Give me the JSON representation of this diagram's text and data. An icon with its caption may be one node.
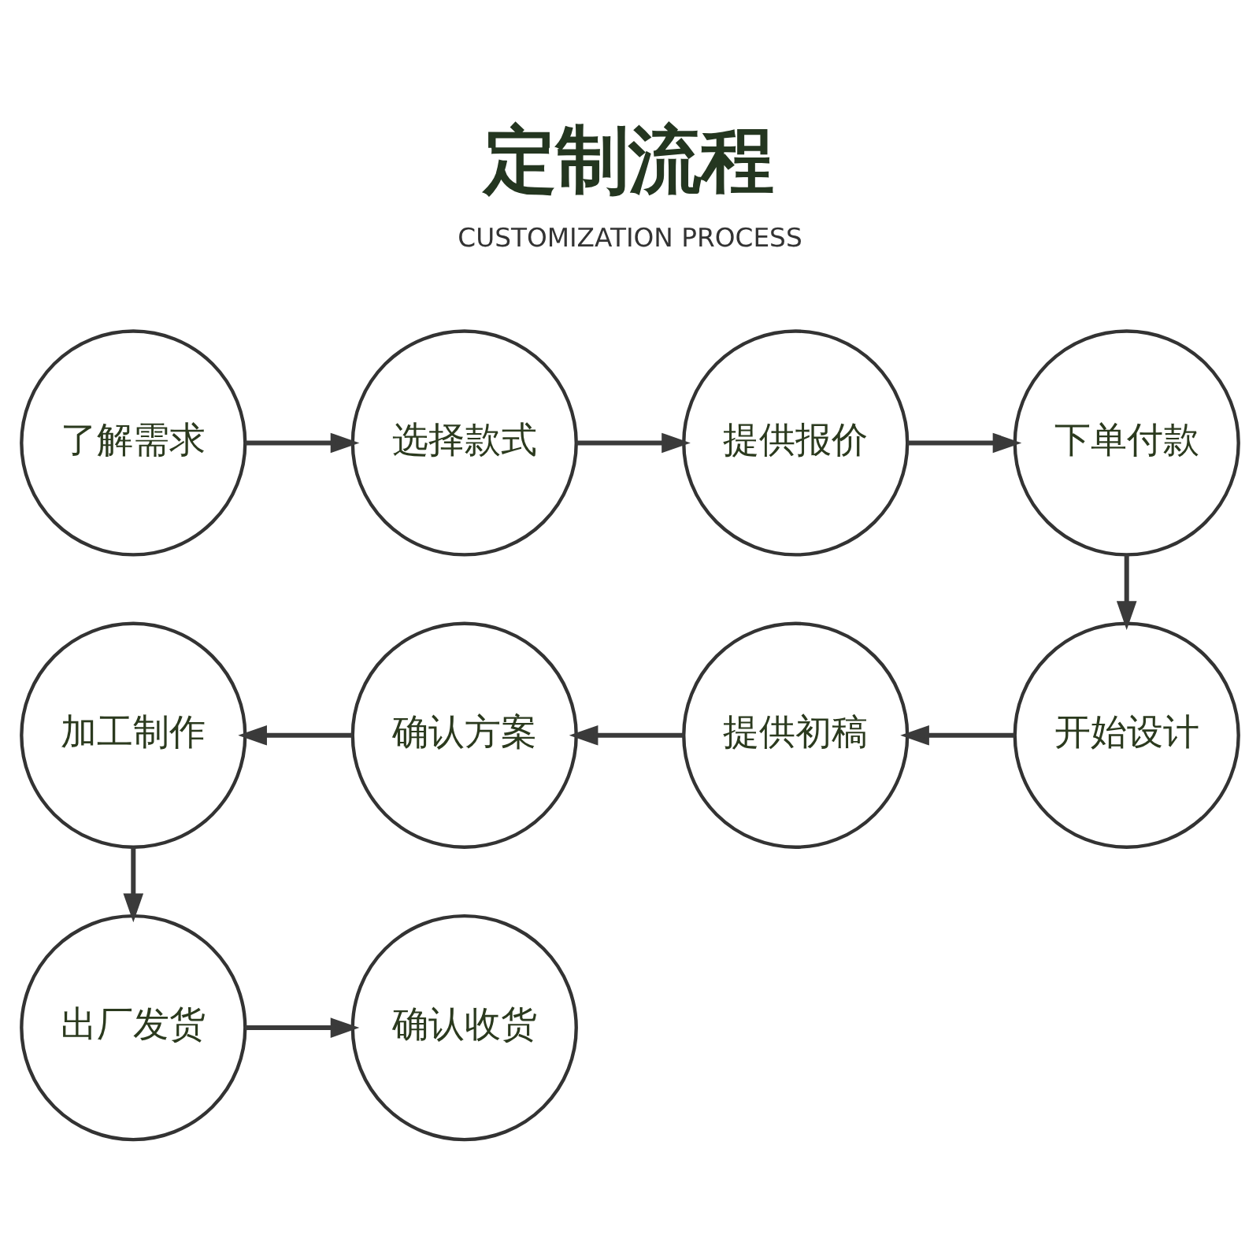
{
  "diagram": {
    "title": "定制流程",
    "nodes": [
      {
        "text": [
          "了解需求"
        ]
      },
      {
        "text": [
          "选择款式"
        ]
      },
      {
        "text": [
          "提供报价"
        ]
      },
      {
        "text": [
          "下单付款"
        ]
      },
      {
        "text": [
          "开始设计"
        ]
      },
      {
        "text": [
          "提供初稿"
        ]
      },
      {
        "text": [
          "确认方案"
        ]
      },
      {
        "text": [
          "加工制作"
        ]
      },
      {
        "text": [
          "出厂发货"
        ]
      },
      {
        "text": [
          "确认收货"
        ]
      }
    ],
    "edges": [
      {
        "from": 0,
        "to": 1,
        "arrow": "to"
      },
      {
        "from": 1,
        "to": 2,
        "arrow": "to"
      },
      {
        "from": 2,
        "to": 3,
        "arrow": "to"
      },
      {
        "from": 3,
        "to": 4,
        "arrow": "to"
      },
      {
        "from": 4,
        "to": 5,
        "arrow": "to"
      },
      {
        "from": 5,
        "to": 6,
        "arrow": "to"
      },
      {
        "from": 6,
        "to": 7,
        "arrow": "to"
      },
      {
        "from": 7,
        "to": 8,
        "arrow": "to"
      },
      {
        "from": 8,
        "to": 9,
        "arrow": "to"
      }
    ],
    "labels": [
      "CUSTOMIZATION PROCESS"
    ]
  }
}
